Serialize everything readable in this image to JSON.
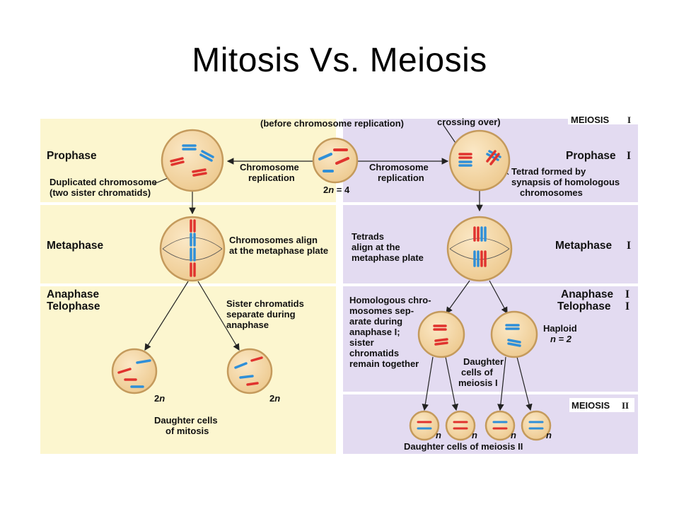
{
  "slide": {
    "title": "Mitosis Vs. Meiosis"
  },
  "figure": {
    "top_note": "(before chromosome replication)",
    "crossing_over": "crossing over)",
    "meiosis_one_tag": "MEIOSIS",
    "meiosis_two_tag": "MEIOSIS",
    "roman_one": "I",
    "roman_two": "II",
    "left_stages": {
      "prophase": "Prophase",
      "metaphase": "Metaphase",
      "anaphase": "Anaphase",
      "telophase": "Telophase"
    },
    "right_stages": {
      "prophase": "Prophase",
      "metaphase": "Metaphase",
      "anaphase": "Anaphase",
      "telophase": "Telophase"
    },
    "replication_left": [
      "Chromosome",
      "replication"
    ],
    "replication_right": [
      "Chromosome",
      "replication"
    ],
    "parent_ploidy": {
      "prefix": "2",
      "var": "n",
      "rest": " = 4"
    },
    "duplicated_chromosome": [
      "Duplicated chromosome",
      "(two sister chromatids)"
    ],
    "tetrad_formed": [
      "Tetrad formed by",
      "synapsis of homologous",
      "chromosomes"
    ],
    "chromosomes_align": [
      "Chromosomes align",
      "at the metaphase plate"
    ],
    "tetrads_align": [
      "Tetrads",
      "align at the",
      "metaphase plate"
    ],
    "sister_separate": [
      "Sister chromatids",
      "separate during",
      "anaphase"
    ],
    "homologous_separate": [
      "Homologous chro-",
      "mosomes sep-",
      "arate during",
      "anaphase I;",
      "sister",
      "chromatids",
      "remain together"
    ],
    "haploid": [
      "Haploid",
      "n = 2"
    ],
    "daughter_meiosis_one": [
      "Daughter",
      "cells of",
      "meiosis I"
    ],
    "two_n": {
      "num": "2",
      "var": "n"
    },
    "n_label": "n",
    "daughter_mitosis": [
      "Daughter cells",
      "of mitosis"
    ],
    "daughter_meiosis_two": "Daughter cells of meiosis II",
    "colors": {
      "left_panel": "#fcf6cf",
      "right_panel": "#e3dbf1",
      "cell_fill": "#f4d7a8",
      "cell_stroke": "#c49a5c",
      "red": "#e0332e",
      "blue": "#2f8fd8"
    }
  }
}
